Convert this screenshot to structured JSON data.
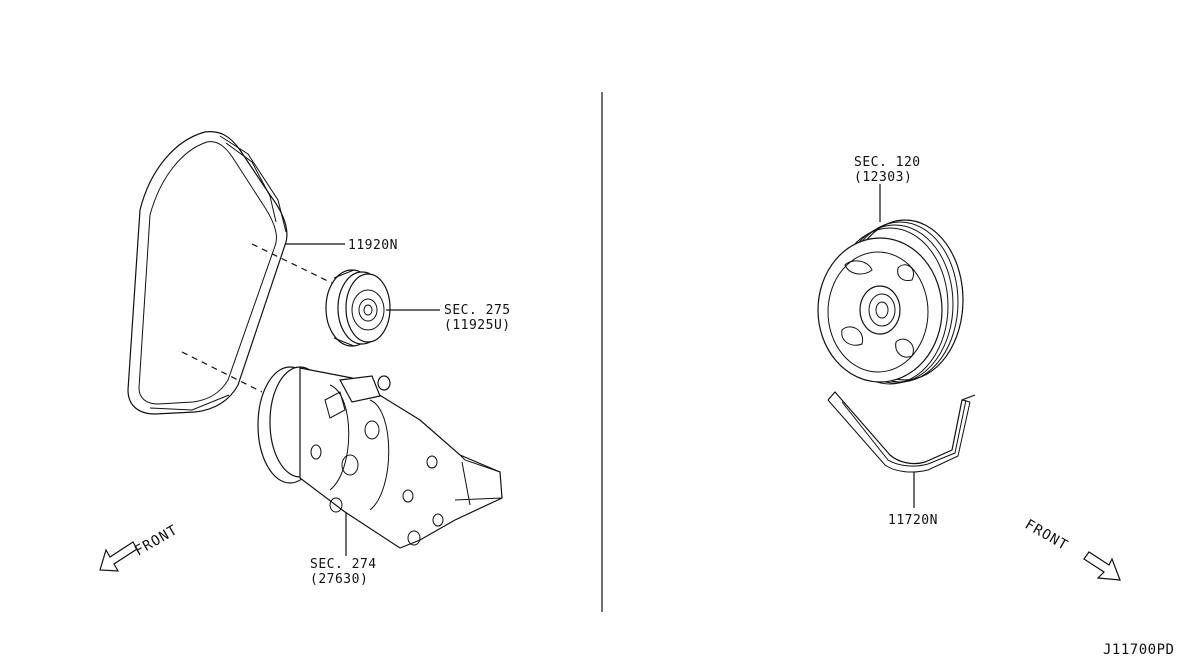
{
  "left": {
    "belt_label": "11920N",
    "idler": {
      "sec": "SEC. 275",
      "part": "(11925U)"
    },
    "compressor": {
      "sec": "SEC. 274",
      "part": "(27630)"
    },
    "front_label": "FRONT"
  },
  "right": {
    "crank": {
      "sec": "SEC. 120",
      "part": "(12303)"
    },
    "belt_label": "11720N",
    "front_label": "FRONT"
  },
  "diagram_code": "J11700PD"
}
